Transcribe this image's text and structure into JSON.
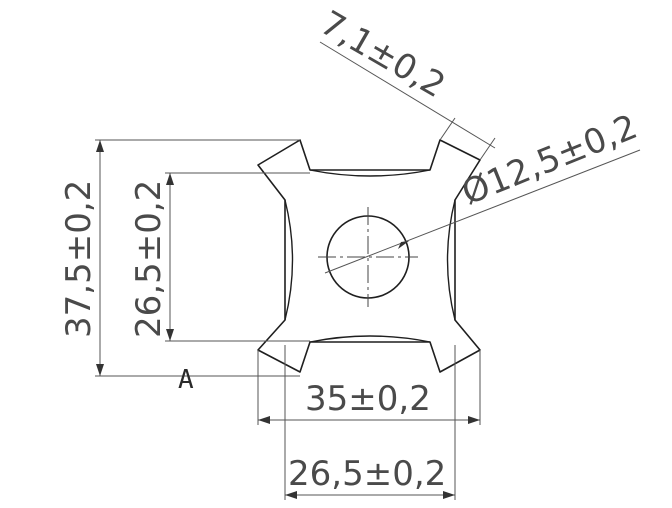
{
  "drawing": {
    "dimensions": {
      "top_width": "7,1±0,2",
      "diameter": "Ø12,5±0,2",
      "overall_height": "37,5±0,2",
      "inner_height": "26,5±0,2",
      "overall_width": "35±0,2",
      "inner_width": "26,5±0,2"
    },
    "datum_label": "A",
    "colors": {
      "line": "#1f1f1f",
      "dimension_line": "#555555",
      "text": "#4a4a4a"
    }
  }
}
